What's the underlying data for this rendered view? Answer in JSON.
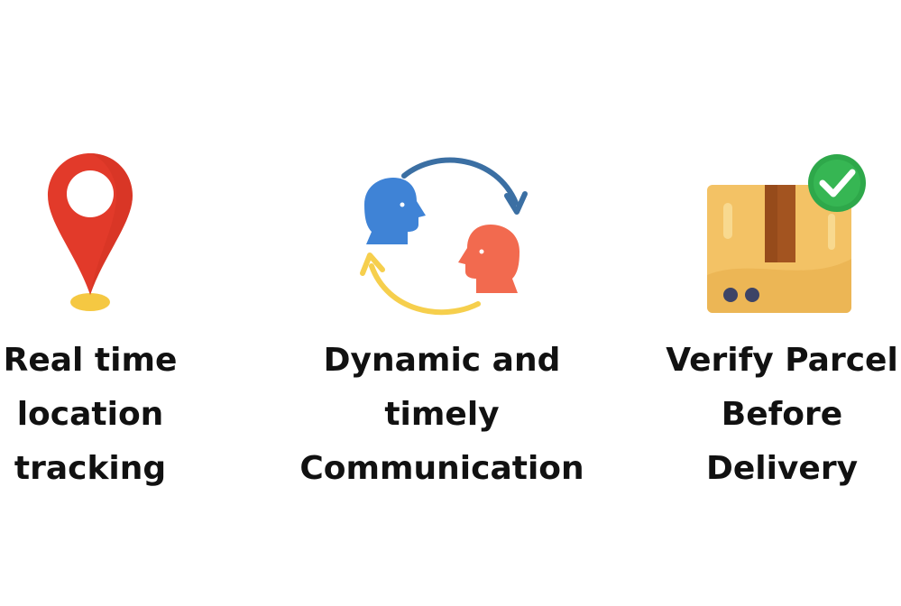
{
  "features": [
    {
      "icon": "location-pin-icon",
      "lines": [
        "Real time",
        "location",
        "tracking"
      ]
    },
    {
      "icon": "two-way-communication-icon",
      "lines": [
        "Dynamic and",
        "timely",
        "Communication"
      ]
    },
    {
      "icon": "verified-parcel-icon",
      "lines": [
        "Verify Parcel",
        "Before",
        "Delivery"
      ]
    }
  ],
  "colors": {
    "pin_red": "#e23a2a",
    "pin_base": "#f5c842",
    "head_blue": "#3f83d6",
    "head_coral": "#f26a4f",
    "arrow_blue": "#3b6fa3",
    "arrow_yellow": "#f6cf4d",
    "box_tan": "#f3c265",
    "box_tape": "#a35420",
    "check_green": "#2ea84a",
    "text": "#111111"
  }
}
